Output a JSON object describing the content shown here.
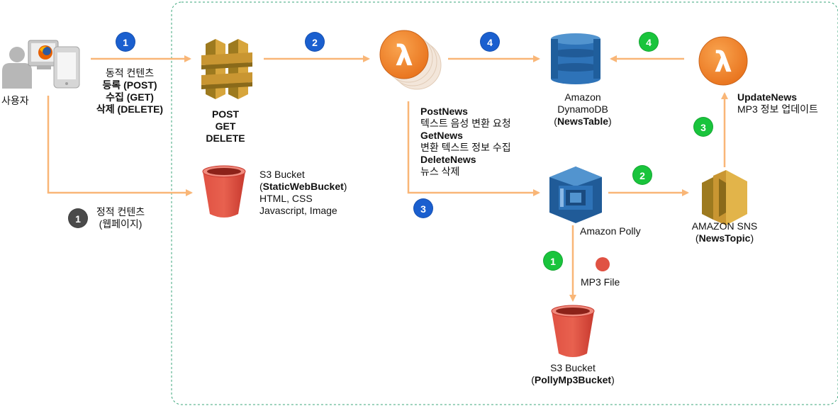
{
  "user": {
    "label": "사용자"
  },
  "flow_user_api": {
    "line1": "동적 컨텐츠",
    "line2": "등록 (POST)",
    "line3": "수집 (GET)",
    "line4": "삭제 (DELETE)"
  },
  "api_gateway": {
    "methods": [
      "POST",
      "GET",
      "DELETE"
    ]
  },
  "static_flow": {
    "line1": "정적 컨텐츠",
    "line2": "(웹페이지)"
  },
  "s3_static": {
    "line1": "S3 Bucket",
    "name": "StaticWebBucket",
    "line3": "HTML, CSS",
    "line4": "Javascript, Image"
  },
  "lambda_functions": {
    "post_name": "PostNews",
    "post_desc": "텍스트 음성 변환 요청",
    "get_name": "GetNews",
    "get_desc": "변환 텍스트 정보 수집",
    "delete_name": "DeleteNews",
    "delete_desc": "뉴스 삭제"
  },
  "dynamodb": {
    "line1": "Amazon",
    "line2": "DynamoDB",
    "name": "NewsTable"
  },
  "update_lambda": {
    "name": "UpdateNews",
    "desc": "MP3 정보 업데이트"
  },
  "polly": {
    "label": "Amazon Polly"
  },
  "sns": {
    "line1": "AMAZON SNS",
    "name": "NewsTopic"
  },
  "mp3": {
    "label": "MP3 File"
  },
  "s3_polly": {
    "line1": "S3 Bucket",
    "name": "PollyMp3Bucket"
  },
  "steps": {
    "user_to_api": "1",
    "api_to_lambda": "2",
    "lambda_to_dynamo": "4",
    "update_to_dynamo": "4",
    "static": "1",
    "lambda_to_polly": "3",
    "polly_to_sns": "2",
    "sns_to_update": "3",
    "polly_to_s3": "1"
  },
  "colors": {
    "arrow": "#f9b677",
    "badge_blue": "#1a5fcf",
    "badge_green": "#19c43c",
    "badge_dark": "#4a4a4a",
    "lambda_orange": "#f58536",
    "dynamo_blue": "#2e73b8",
    "s3_red": "#e05243",
    "sns_gold": "#d9a741",
    "boundary": "#3aa57a"
  }
}
